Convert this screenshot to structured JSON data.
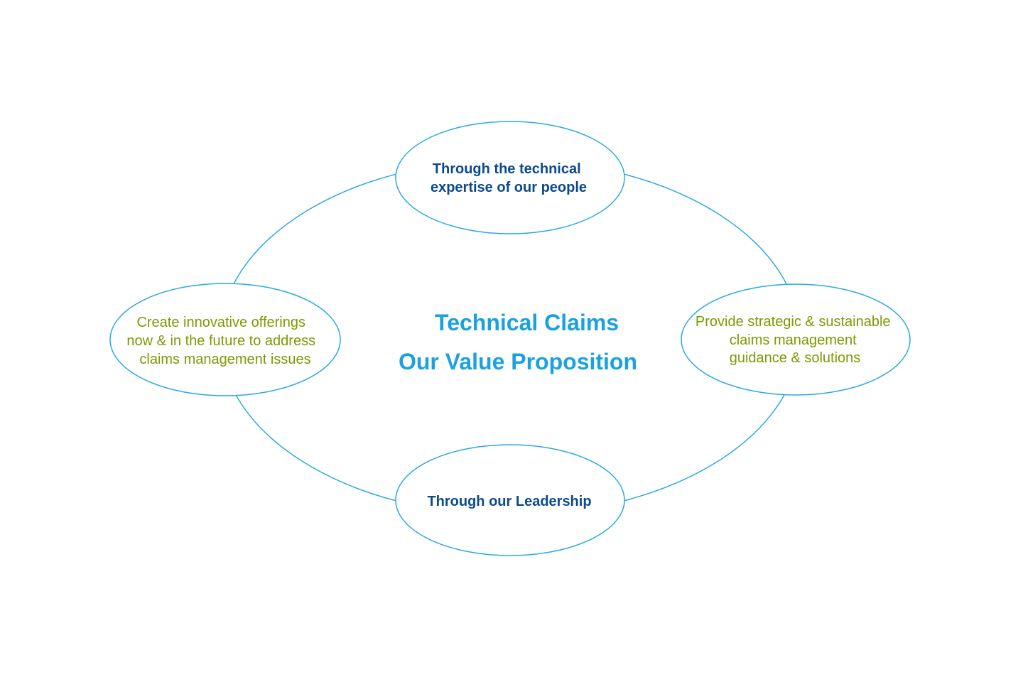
{
  "diagram": {
    "center": {
      "title_line1": "Technical Claims",
      "title_line2": "Our Value Proposition"
    },
    "nodes": {
      "top": {
        "line1": "Through the technical",
        "line2": "expertise of our people"
      },
      "left": {
        "line1": "Create innovative offerings",
        "line2": "now & in the future to address",
        "line3": "claims management issues"
      },
      "right": {
        "line1": "Provide strategic & sustainable",
        "line2": "claims management",
        "line3": "guidance & solutions"
      },
      "bottom": {
        "line1": "Through our Leadership"
      }
    }
  },
  "colors": {
    "outline": "#29aae1",
    "title": "#1ba1e2",
    "navy_text": "#0b4a8b",
    "olive_text": "#7a9a01",
    "background": "#ffffff"
  }
}
